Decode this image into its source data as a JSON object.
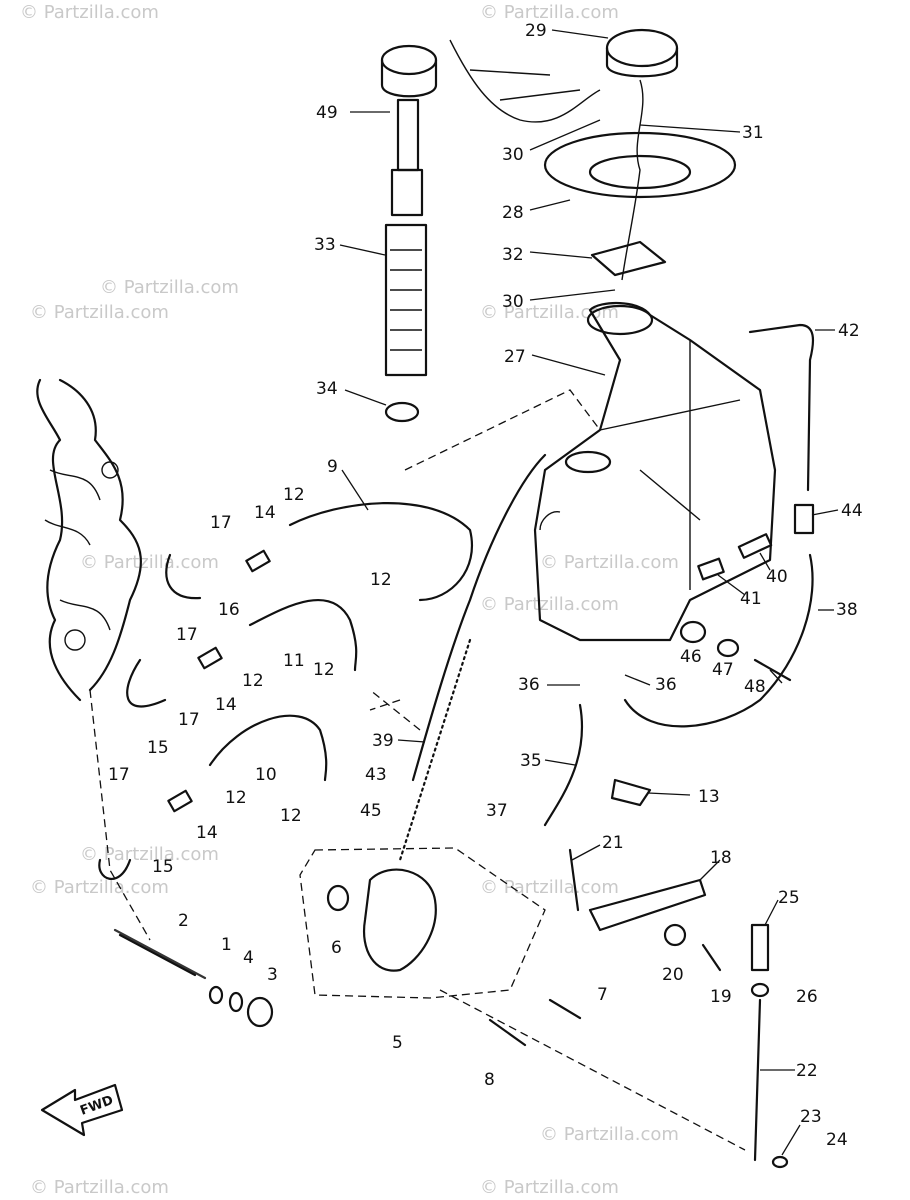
{
  "diagram": {
    "type": "exploded-parts-diagram",
    "direction_label": "FWD",
    "watermarks": [
      "© Partzilla.com",
      "© Partzilla.com",
      "© Partzilla.com",
      "© Partzilla.com",
      "© Partzilla.com",
      "© Partzilla.com",
      "© Partzilla.com",
      "© Partzilla.com",
      "© Partzilla.com",
      "© Partzilla.com",
      "© Partzilla.com",
      "© Partzilla.com",
      "© Partzilla.com",
      "© Partzilla.com"
    ],
    "callouts": [
      "29",
      "49",
      "31",
      "30",
      "28",
      "33",
      "32",
      "30",
      "27",
      "42",
      "34",
      "9",
      "17",
      "14",
      "12",
      "44",
      "16",
      "12",
      "40",
      "41",
      "17",
      "11",
      "12",
      "38",
      "46",
      "47",
      "14",
      "12",
      "36",
      "36",
      "48",
      "17",
      "15",
      "39",
      "35",
      "10",
      "43",
      "17",
      "12",
      "14",
      "13",
      "12",
      "45",
      "37",
      "21",
      "15",
      "18",
      "25",
      "2",
      "6",
      "20",
      "1",
      "4",
      "3",
      "19",
      "26",
      "7",
      "5",
      "22",
      "8",
      "23",
      "24"
    ]
  }
}
